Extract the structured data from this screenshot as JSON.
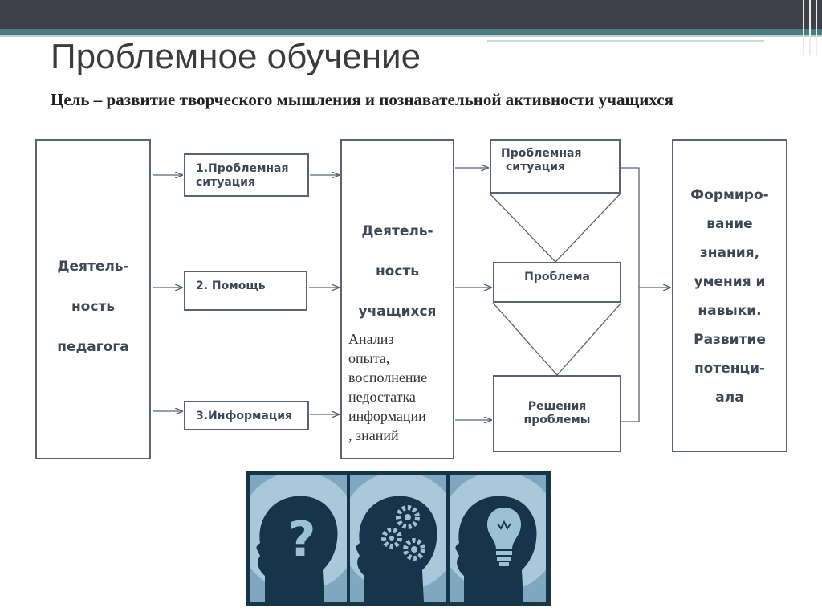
{
  "slide": {
    "title": "Проблемное обучение",
    "subtitle": "Цель –  развитие творческого мышления и познавательной активности учащихся"
  },
  "diagram": {
    "teacher": {
      "lines": [
        "Деятель-",
        "ность",
        "педагога"
      ]
    },
    "methods": [
      "1.Проблемная ситуация",
      "2. Помощь",
      "3.Информация"
    ],
    "students": {
      "lines": [
        "Деятель-",
        "ность",
        "учащихся"
      ],
      "note_lines": [
        "Анализ",
        "опыта,",
        "восполнение",
        "недостатка",
        "информации",
        ", знаний"
      ]
    },
    "stages": {
      "situation": [
        "Проблемная",
        "ситуация"
      ],
      "problem": "Проблема",
      "solutions": [
        "Решения",
        "проблемы"
      ]
    },
    "result": {
      "lines": [
        "Формиро-",
        "вание",
        "знания,",
        "умения и",
        "навыки.",
        "Развитие",
        "потенци-",
        "ала"
      ]
    }
  },
  "illustration": {
    "panels": [
      "question-head-icon",
      "gears-head-icon",
      "lightbulb-head-icon"
    ]
  },
  "colors": {
    "topbar": "#3d4049",
    "accent": "#4a7a7c",
    "box_border": "#5a6373",
    "box_text": "#3e4756",
    "illustration_dark": "#16354b",
    "illustration_light": "#9cc0d4"
  }
}
